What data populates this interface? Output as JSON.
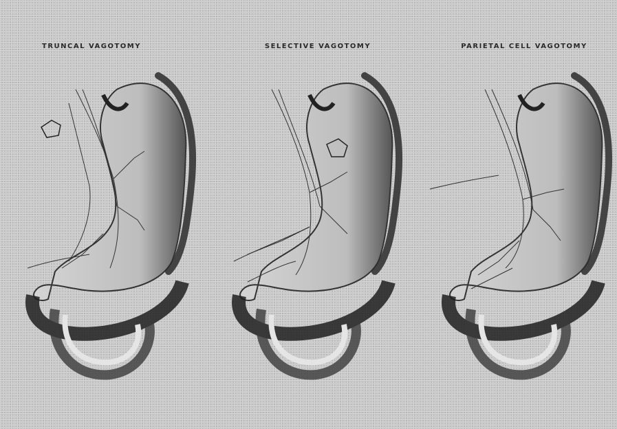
{
  "figure": {
    "panels": [
      {
        "caption": "TRUNCAL VAGOTOMY"
      },
      {
        "caption": "SELECTIVE VAGOTOMY"
      },
      {
        "caption": "PARIETAL CELL VAGOTOMY"
      }
    ]
  }
}
